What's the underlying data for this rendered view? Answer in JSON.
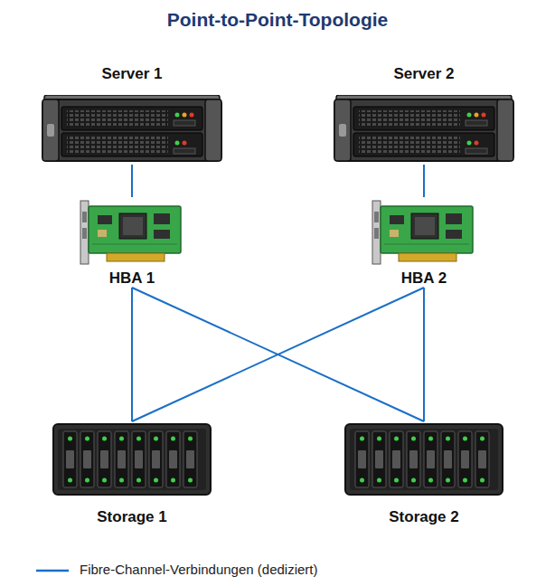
{
  "diagram": {
    "title": "Point-to-Point-Topologie",
    "nodes": [
      {
        "text": [
          "Server 1"
        ]
      },
      {
        "text": [
          "Server 2"
        ]
      },
      {
        "text": [
          "HBA 1"
        ]
      },
      {
        "text": [
          "HBA 2"
        ]
      },
      {
        "text": [
          "Storage 1"
        ]
      },
      {
        "text": [
          "Storage 2"
        ]
      }
    ],
    "edges": [
      {
        "from": 0,
        "to": 2,
        "arrow": "none"
      },
      {
        "from": 1,
        "to": 3,
        "arrow": "none"
      },
      {
        "from": 2,
        "to": 4,
        "arrow": "none"
      },
      {
        "from": 2,
        "to": 5,
        "arrow": "none"
      },
      {
        "from": 3,
        "to": 4,
        "arrow": "none"
      },
      {
        "from": 3,
        "to": 5,
        "arrow": "none"
      }
    ],
    "legend": [
      {
        "text": "Fibre-Channel-Verbindungen (dediziert)"
      }
    ]
  }
}
